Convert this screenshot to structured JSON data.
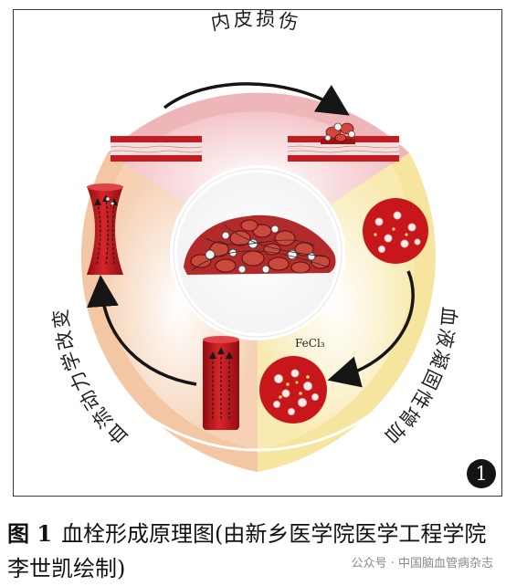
{
  "diagram": {
    "segments": {
      "top": "内皮损伤",
      "right": "血液凝固性增加",
      "left": "血流动力学改变"
    },
    "chemical_label": "FeCl₃",
    "figure_number": "1"
  },
  "caption": {
    "label": "图 1",
    "text": "血栓形成原理图(由新乡医学院医学工程学院李世凯绘制)"
  },
  "watermark": "公众号 · 中国脑血管病杂志",
  "colors": {
    "top_ring": "#efb6b9",
    "right_ring": "#f5e59f",
    "left_ring": "#f4c7a4",
    "blood_red": "#c8171b",
    "dark_red": "#8f0d10",
    "arrow": "#151515"
  },
  "icons": [
    "curved-arrow-icon",
    "thrombus-icon",
    "vessel-icon",
    "blood-cell-icon"
  ]
}
